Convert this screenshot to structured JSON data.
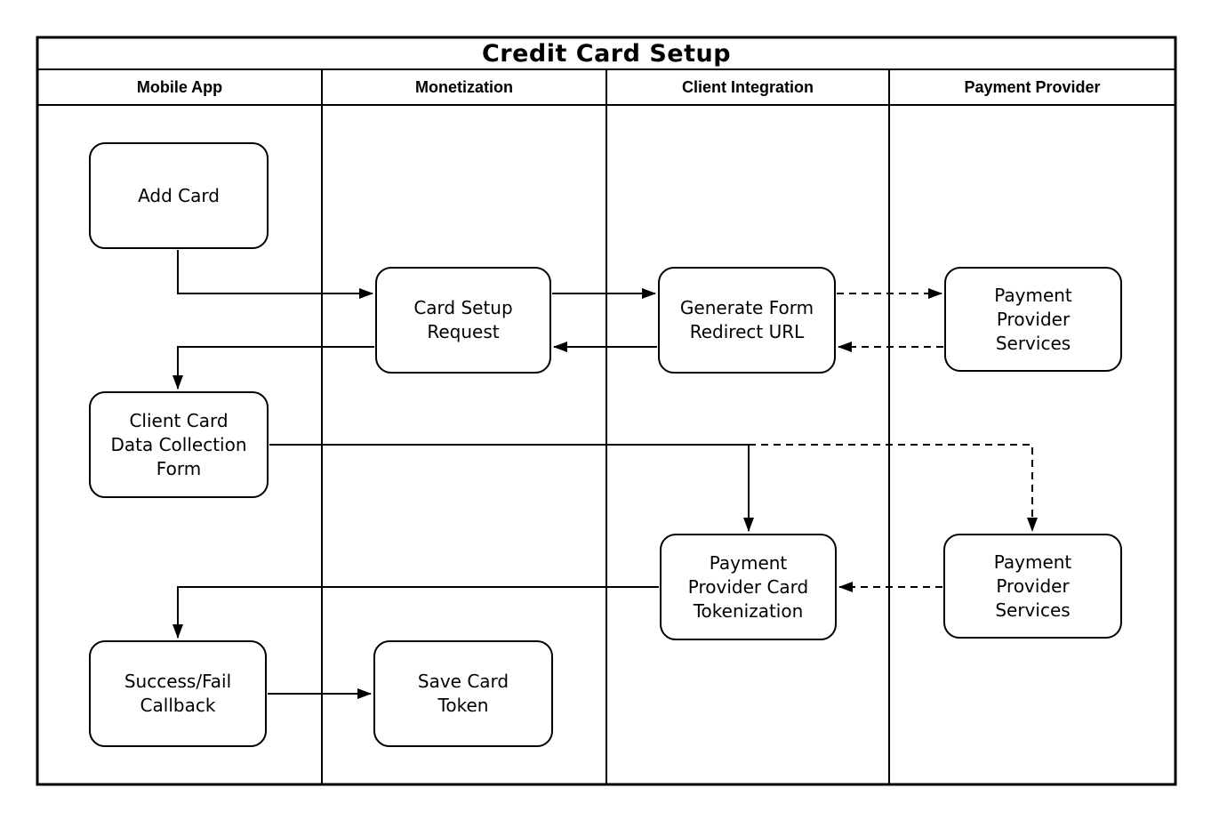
{
  "title": "Credit Card Setup",
  "lanes": [
    {
      "label": "Mobile App"
    },
    {
      "label": "Monetization"
    },
    {
      "label": "Client Integration"
    },
    {
      "label": "Payment Provider"
    }
  ],
  "nodes": {
    "add_card": {
      "label": "Add Card",
      "lane": "Mobile App"
    },
    "card_setup_request": {
      "label": "Card Setup\nRequest",
      "lane": "Monetization"
    },
    "generate_form_redirect_url": {
      "label": "Generate Form\nRedirect URL",
      "lane": "Client Integration"
    },
    "payment_provider_services_1": {
      "label": "Payment\nProvider\nServices",
      "lane": "Payment Provider"
    },
    "client_card_data_collection_form": {
      "label": "Client Card\nData Collection\nForm",
      "lane": "Mobile App"
    },
    "payment_provider_card_tokenization": {
      "label": "Payment\nProvider Card\nTokenization",
      "lane": "Client Integration"
    },
    "payment_provider_services_2": {
      "label": "Payment\nProvider\nServices",
      "lane": "Payment Provider"
    },
    "success_fail_callback": {
      "label": "Success/Fail\nCallback",
      "lane": "Mobile App"
    },
    "save_card_token": {
      "label": "Save Card\nToken",
      "lane": "Monetization"
    }
  },
  "edges": [
    {
      "from": "add_card",
      "to": "card_setup_request",
      "style": "solid"
    },
    {
      "from": "card_setup_request",
      "to": "generate_form_redirect_url",
      "style": "solid"
    },
    {
      "from": "generate_form_redirect_url",
      "to": "card_setup_request",
      "style": "solid"
    },
    {
      "from": "card_setup_request",
      "to": "client_card_data_collection_form",
      "style": "solid"
    },
    {
      "from": "generate_form_redirect_url",
      "to": "payment_provider_services_1",
      "style": "dashed"
    },
    {
      "from": "payment_provider_services_1",
      "to": "generate_form_redirect_url",
      "style": "dashed"
    },
    {
      "from": "client_card_data_collection_form",
      "to": "payment_provider_card_tokenization",
      "style": "solid"
    },
    {
      "from": "client_card_data_collection_form",
      "to": "payment_provider_services_2",
      "style": "dashed"
    },
    {
      "from": "payment_provider_services_2",
      "to": "payment_provider_card_tokenization",
      "style": "dashed"
    },
    {
      "from": "payment_provider_card_tokenization",
      "to": "success_fail_callback",
      "style": "solid"
    },
    {
      "from": "success_fail_callback",
      "to": "save_card_token",
      "style": "solid"
    }
  ],
  "colors": {
    "stroke": "#000000",
    "fill": "#ffffff",
    "text": "#000000",
    "background": "#ffffff"
  }
}
